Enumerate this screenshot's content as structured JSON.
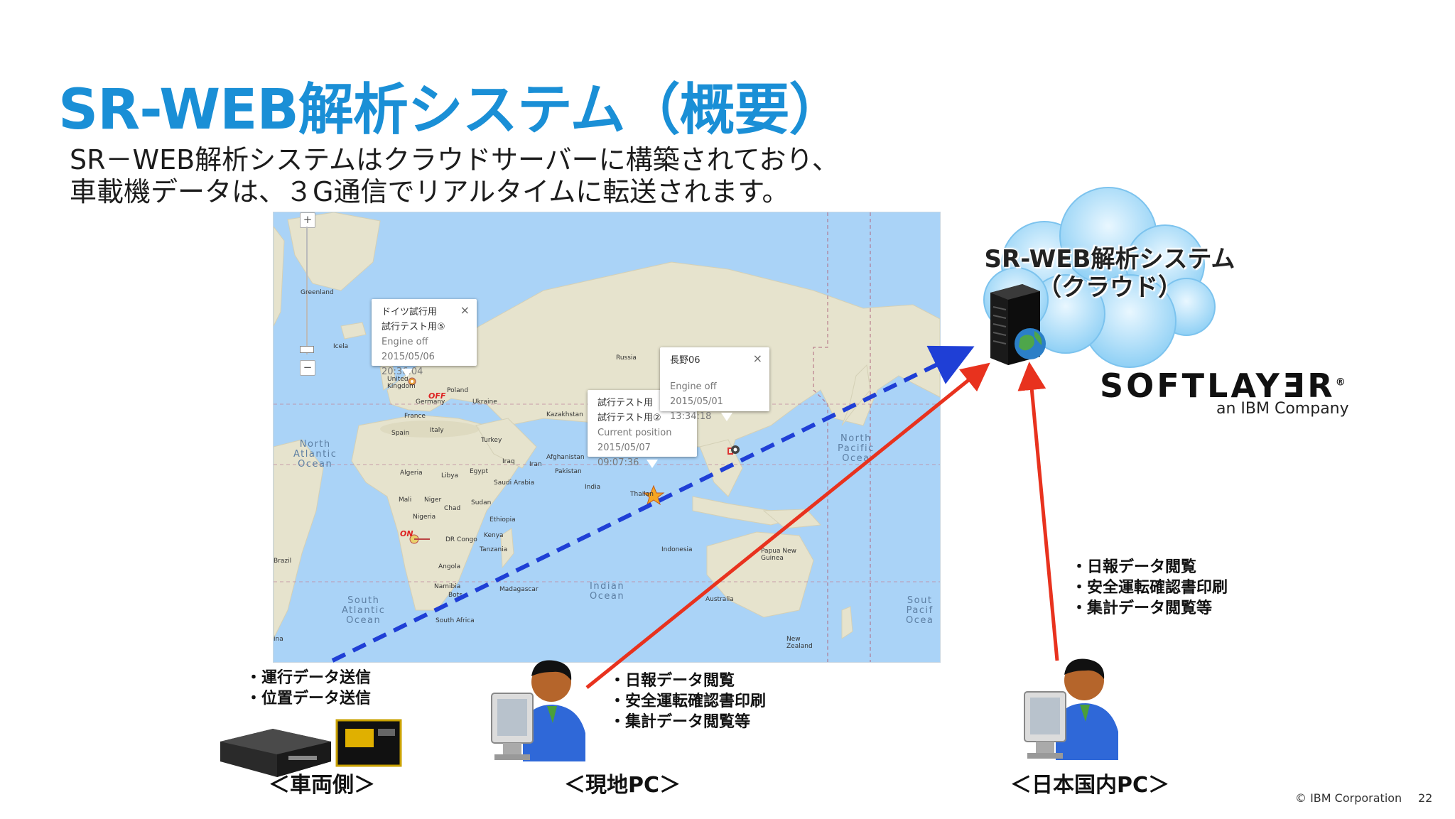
{
  "slide": {
    "title": "SR-WEB解析システム（概要）",
    "subtitle_line1": "SR－WEB解析システムはクラウドサーバーに構築されており、",
    "subtitle_line2": "車載機データは、３G通信でリアルタイムに転送されます。"
  },
  "map": {
    "zoom_in": "+",
    "zoom_out": "−",
    "oceans": {
      "north_atlantic": "North\nAtlantic\nOcean",
      "south_atlantic": "South\nAtlantic\nOcean",
      "indian": "Indian\nOcean",
      "north_pacific": "North\nPacific\nOcea",
      "south_pacific": "Sout\nPacif\nOcea"
    },
    "places": {
      "greenland": "Greenland",
      "iceland": "Icela",
      "uk": "United\nKingdom",
      "poland": "Poland",
      "germany": "Germany",
      "ukraine": "Ukraine",
      "france": "France",
      "spain": "Spain",
      "italy": "Italy",
      "turkey": "Turkey",
      "russia": "Russia",
      "kazakhstan": "Kazakhstan",
      "afghanistan": "Afghanistan",
      "iraq": "Iraq",
      "iran": "Iran",
      "pakistan": "Pakistan",
      "india": "India",
      "thailand": "Thailan",
      "saudi": "Saudi Arabia",
      "egypt": "Egypt",
      "libya": "Libya",
      "algeria": "Algeria",
      "mali": "Mali",
      "niger": "Niger",
      "chad": "Chad",
      "sudan": "Sudan",
      "nigeria": "Nigeria",
      "ethiopia": "Ethiopia",
      "kenya": "Kenya",
      "drc": "DR Congo",
      "tanzania": "Tanzania",
      "angola": "Angola",
      "namibia": "Namibia",
      "botswana": "Bots",
      "madagascar": "Madagascar",
      "south_africa": "South Africa",
      "brazil": "Brazil",
      "indonesia": "Indonesia",
      "png": "Papua New\nGuinea",
      "australia": "Australia",
      "new_zealand": "New\nZealand",
      "bolivia": "ina"
    },
    "popup1": {
      "line1": "ドイツ試行用",
      "line2": "試行テスト用⑤",
      "status": "Engine off",
      "time": "2015/05/06 20:36:04",
      "close": "×"
    },
    "popup2": {
      "line1": "試行テスト用",
      "line2": "試行テスト用②",
      "status": "Current position",
      "time": "2015/05/07 09:07:36"
    },
    "popup3": {
      "line1": "長野06",
      "status": "Engine off",
      "time": "2015/05/01 13:34:18",
      "close": "×"
    },
    "marker_off": "OFF",
    "marker_on": "ON"
  },
  "cloud": {
    "label_line1": "SR-WEB解析システム",
    "label_line2": "（クラウド）"
  },
  "softlayer": {
    "logo": "SOFTLAYƎR",
    "registered": "®",
    "tagline": "an IBM Company"
  },
  "vehicle": {
    "bullets": [
      "・運行データ送信",
      "・位置データ送信"
    ],
    "caption": "＜車両側＞"
  },
  "local_pc": {
    "bullets": [
      "・日報データ閲覧",
      "・安全運転確認書印刷",
      "・集計データ閲覧等"
    ],
    "caption": "＜現地PC＞"
  },
  "japan_pc": {
    "bullets": [
      "・日報データ閲覧",
      "・安全運転確認書印刷",
      "・集計データ閲覧等"
    ],
    "caption": "＜日本国内PC＞"
  },
  "footer": {
    "copyright": "© IBM Corporation",
    "page": "22"
  },
  "colors": {
    "title": "#1a8fd6",
    "arrow_blue": "#1f3fd6",
    "arrow_red": "#e8321e",
    "ocean": "#aad3f7",
    "land": "#e5e2cf"
  }
}
